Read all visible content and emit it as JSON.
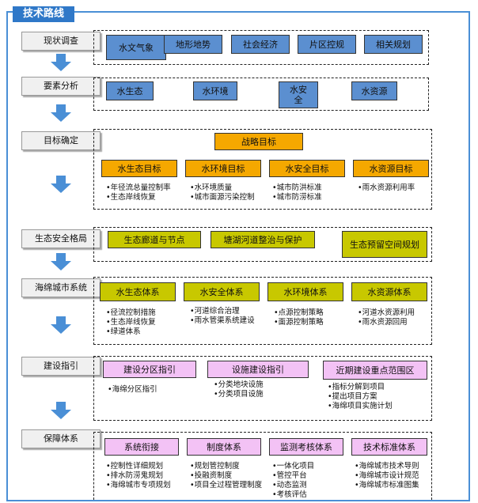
{
  "title": "技术路线",
  "stages": [
    "现状调查",
    "要素分析",
    "目标确定",
    "生态安全格局",
    "海绵城市系统",
    "建设指引",
    "保障体系"
  ],
  "survey": [
    "水文气象",
    "地形地势",
    "社会经济",
    "片区控规",
    "相关规划"
  ],
  "factors": [
    "水生态",
    "水环境",
    "水安全",
    "水资源"
  ],
  "goals": {
    "strategic": "战略目标",
    "items": [
      "水生态目标",
      "水环境目标",
      "水安全目标",
      "水资源目标"
    ],
    "bullets": [
      [
        "年径流总量控制率",
        "生态岸线恢复"
      ],
      [
        "水环境质量",
        "城市面源污染控制"
      ],
      [
        "城市防洪标准",
        "城市防涝标准"
      ],
      [
        "雨水资源利用率"
      ]
    ]
  },
  "ecology": [
    "生态廊道与节点",
    "塘湖河道整治与保护",
    "生态预留空间规划"
  ],
  "sponge": {
    "items": [
      "水生态体系",
      "水安全体系",
      "水环境体系",
      "水资源体系"
    ],
    "bullets": [
      [
        "径流控制措施",
        "生态岸线恢复",
        "绿道体系"
      ],
      [
        "河道综合治理",
        "雨水管渠系统建设"
      ],
      [
        "点源控制策略",
        "面源控制策略"
      ],
      [
        "河道水资源利用",
        "雨水资源回用"
      ]
    ]
  },
  "guide": {
    "items": [
      "建设分区指引",
      "设施建设指引",
      "近期建设重点范围区"
    ],
    "bullets": [
      [
        "海绵分区指引"
      ],
      [
        "分类地块设施",
        "分类项目设施"
      ],
      [
        "指标分解到项目",
        "提出项目方案",
        "海绵项目实施计划"
      ]
    ]
  },
  "support": {
    "items": [
      "系统衔接",
      "制度体系",
      "监测考核体系",
      "技术标准体系"
    ],
    "bullets": [
      [
        "控制性详细规划",
        "排水防涝鬼规划",
        "海绵城市专项规划"
      ],
      [
        "规划管控制度",
        "投融资制度",
        "项目全过程管理制度"
      ],
      [
        "一体化项目",
        "管控平台",
        "动态监测",
        "考核评估"
      ],
      [
        "海绵城市技术导则",
        "海绵城市设计规范",
        "海绵城市标准图集"
      ]
    ]
  }
}
